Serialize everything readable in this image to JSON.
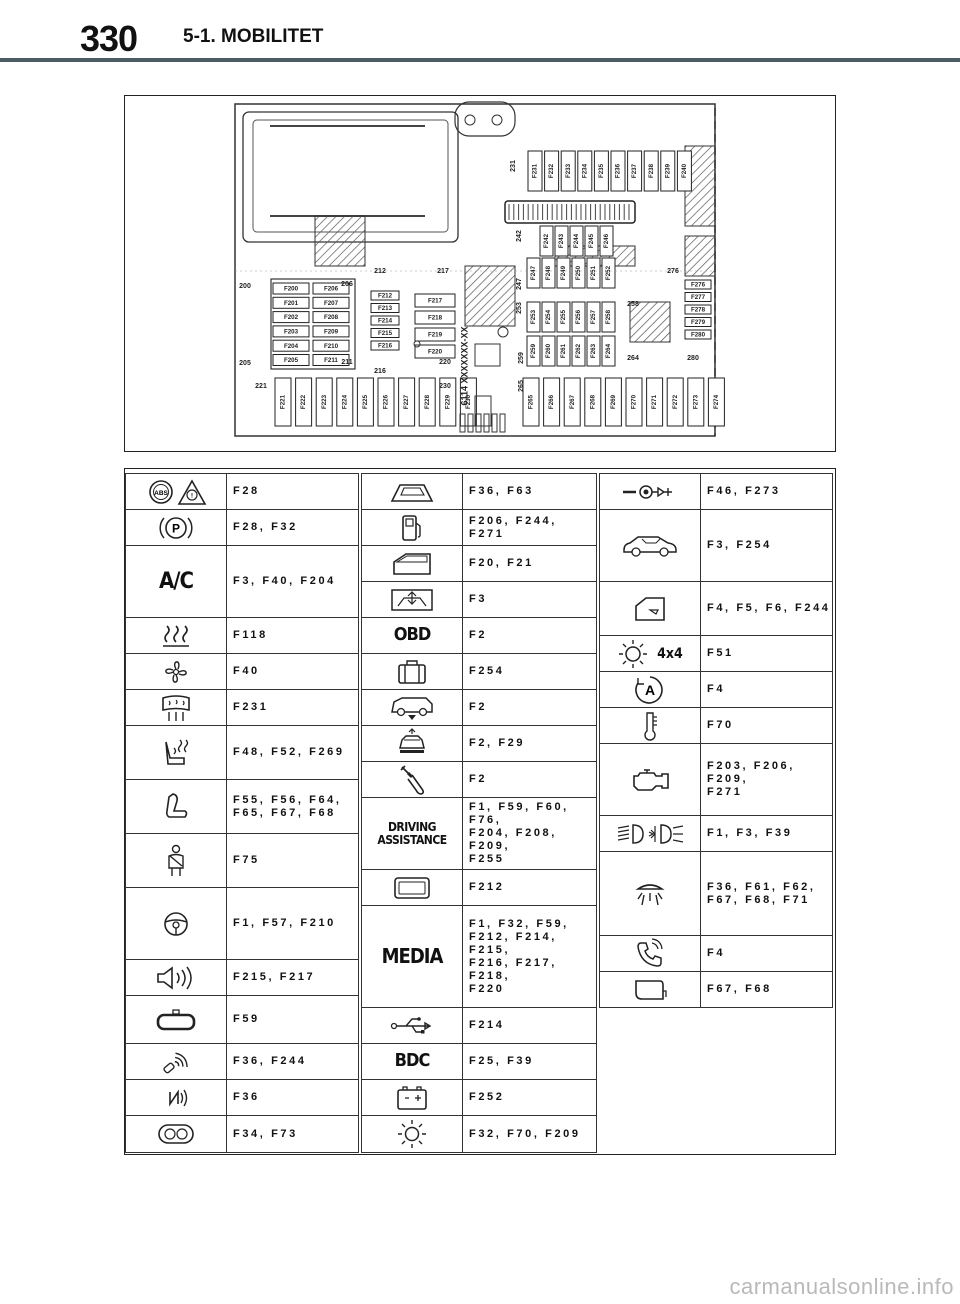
{
  "header": {
    "page_number": "330",
    "section": "5-1. MOBILITET"
  },
  "diagram": {
    "part_code": "6114 XXXXXXX-XX",
    "left_block_a": [
      "F200",
      "F201",
      "F202",
      "F203",
      "F204",
      "F205"
    ],
    "left_block_b": [
      "F206",
      "F207",
      "F208",
      "F209",
      "F210",
      "F211"
    ],
    "mid_small": [
      "F212",
      "F213",
      "F214",
      "F215",
      "F216"
    ],
    "mid_large": [
      "F217",
      "F218",
      "F219",
      "F220"
    ],
    "bottom_left": [
      "F221",
      "F222",
      "F223",
      "F224",
      "F225",
      "F226",
      "F227",
      "F228",
      "F229",
      "F230"
    ],
    "top_right": [
      "F231",
      "F232",
      "F233",
      "F234",
      "F235",
      "F236",
      "F237",
      "F238",
      "F239",
      "F240"
    ],
    "row_242": [
      "F242",
      "F243",
      "F244",
      "F245",
      "F246"
    ],
    "row_247": [
      "F247",
      "F248",
      "F249",
      "F250",
      "F251",
      "F252"
    ],
    "row_253": [
      "F253",
      "F254",
      "F255",
      "F256",
      "F257",
      "F258"
    ],
    "row_259": [
      "F259",
      "F260",
      "F261",
      "F262",
      "F263",
      "F264"
    ],
    "bottom_right": [
      "F265",
      "F266",
      "F267",
      "F268",
      "F269",
      "F270",
      "F271",
      "F272",
      "F273",
      "F274"
    ],
    "right_side": [
      "F276",
      "F277",
      "F278",
      "F279",
      "F280"
    ],
    "callouts": [
      "200",
      "205",
      "206",
      "211",
      "212",
      "217",
      "216",
      "220",
      "221",
      "230",
      "231",
      "242",
      "247",
      "253",
      "259",
      "265",
      "264",
      "258",
      "276",
      "280"
    ]
  },
  "table": {
    "col1": [
      {
        "icon": "abs-brake-warning-icon",
        "text": "F28"
      },
      {
        "icon": "parking-brake-icon",
        "text": "F28, F32"
      },
      {
        "icon": "ac-icon",
        "icon_text": "A/C",
        "text": "F3, F40, F204"
      },
      {
        "icon": "rear-defrost-icon",
        "text": "F118"
      },
      {
        "icon": "fan-icon",
        "text": "F40"
      },
      {
        "icon": "windshield-heat-icon",
        "text": "F231"
      },
      {
        "icon": "seat-heating-icon",
        "text": "F48, F52, F269"
      },
      {
        "icon": "seat-adjust-icon",
        "text": "F55, F56, F64,\nF65, F67, F68"
      },
      {
        "icon": "seatbelt-icon",
        "text": "F75"
      },
      {
        "icon": "steering-wheel-icon",
        "text": "F1, F57, F210"
      },
      {
        "icon": "speaker-icon",
        "text": "F215, F217"
      },
      {
        "icon": "rear-mirror-icon",
        "text": "F59"
      },
      {
        "icon": "keyless-icon",
        "text": "F36, F244"
      },
      {
        "icon": "nfc-icon",
        "text": "F36"
      },
      {
        "icon": "instrument-cluster-icon",
        "text": "F34, F73"
      }
    ],
    "col2": [
      {
        "icon": "sunroof-icon",
        "text": "F36, F63"
      },
      {
        "icon": "fuel-pump-icon",
        "text": "F206, F244, F271"
      },
      {
        "icon": "door-icon",
        "text": "F20, F21"
      },
      {
        "icon": "window-lift-icon",
        "text": "F3"
      },
      {
        "icon": "obd-icon",
        "icon_text": "OBD",
        "text": "F2"
      },
      {
        "icon": "luggage-icon",
        "text": "F254"
      },
      {
        "icon": "suv-level-icon",
        "text": "F2"
      },
      {
        "icon": "car-lift-icon",
        "text": "F2, F29"
      },
      {
        "icon": "diagnostic-tool-icon",
        "text": "F2"
      },
      {
        "icon": "driving-assistance-icon",
        "icon_text": "DRIVING\nASSISTANCE",
        "text": "F1, F59, F60, F76,\nF204, F208, F209,\nF255"
      },
      {
        "icon": "display-icon",
        "text": "F212"
      },
      {
        "icon": "media-icon",
        "icon_text": "MEDIA",
        "text": "F1, F32, F59,\nF212, F214, F215,\nF216, F217, F218,\nF220"
      },
      {
        "icon": "usb-icon",
        "text": "F214"
      },
      {
        "icon": "bdc-icon",
        "icon_text": "BDC",
        "text": "F25, F39"
      },
      {
        "icon": "battery-icon",
        "text": "F252"
      },
      {
        "icon": "light-sensor-icon",
        "text": "F32, F70, F209"
      }
    ],
    "col3": [
      {
        "icon": "trailer-hitch-icon",
        "text": "F46, F273"
      },
      {
        "icon": "car-alarm-icon",
        "text": "F3, F254"
      },
      {
        "icon": "door-open-icon",
        "text": "F4, F5, F6, F244"
      },
      {
        "icon": "4x4-icon",
        "icon_text": "4x4",
        "text": "F51"
      },
      {
        "icon": "auto-start-stop-icon",
        "text": "F4"
      },
      {
        "icon": "temperature-icon",
        "text": "F70"
      },
      {
        "icon": "engine-icon",
        "text": "F203, F206, F209,\nF271"
      },
      {
        "icon": "headlight-icon",
        "text": "F1, F3, F39"
      },
      {
        "icon": "interior-light-icon",
        "text": "F36, F61, F62,\nF67, F68, F71"
      },
      {
        "icon": "phone-icon",
        "text": "F4"
      },
      {
        "icon": "mirror-icon",
        "text": "F67, F68"
      }
    ]
  },
  "watermark": "carmanualsonline.info"
}
